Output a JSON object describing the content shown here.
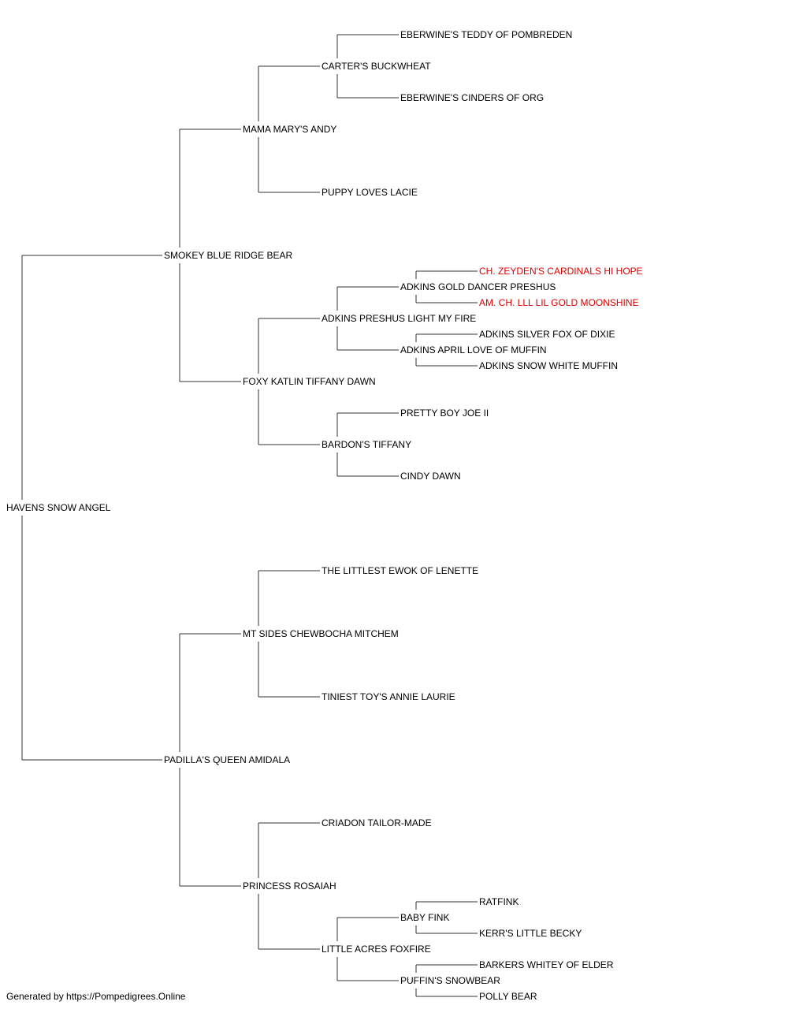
{
  "colors": {
    "line": "#333333",
    "text": "#000000",
    "champion": "#e00000"
  },
  "pedigree": {
    "name": "HAVENS SNOW ANGEL",
    "sire": {
      "name": "SMOKEY BLUE RIDGE BEAR",
      "sire": {
        "name": "MAMA MARY'S ANDY",
        "sire": {
          "name": "CARTER'S BUCKWHEAT",
          "sire": {
            "name": "EBERWINE'S TEDDY OF POMBREDEN"
          },
          "dam": {
            "name": "EBERWINE'S CINDERS OF ORG"
          }
        },
        "dam": {
          "name": "PUPPY LOVES LACIE"
        }
      },
      "dam": {
        "name": "FOXY KATLIN TIFFANY DAWN",
        "sire": {
          "name": "ADKINS PRESHUS LIGHT MY FIRE",
          "sire": {
            "name": "ADKINS GOLD DANCER PRESHUS",
            "sire": {
              "name": "CH. ZEYDEN'S CARDINALS HI HOPE",
              "champion": true
            },
            "dam": {
              "name": "AM. CH. LLL LIL GOLD MOONSHINE",
              "champion": true
            }
          },
          "dam": {
            "name": "ADKINS APRIL LOVE OF MUFFIN",
            "sire": {
              "name": "ADKINS SILVER FOX OF DIXIE"
            },
            "dam": {
              "name": "ADKINS SNOW WHITE MUFFIN"
            }
          }
        },
        "dam": {
          "name": "BARDON'S TIFFANY",
          "sire": {
            "name": "PRETTY BOY JOE II"
          },
          "dam": {
            "name": "CINDY DAWN"
          }
        }
      }
    },
    "dam": {
      "name": "PADILLA'S QUEEN AMIDALA",
      "sire": {
        "name": "MT SIDES CHEWBOCHA MITCHEM",
        "sire": {
          "name": "THE LITTLEST EWOK OF LENETTE"
        },
        "dam": {
          "name": "TINIEST TOY'S ANNIE LAURIE"
        }
      },
      "dam": {
        "name": "PRINCESS ROSAIAH",
        "sire": {
          "name": "CRIADON TAILOR-MADE"
        },
        "dam": {
          "name": "LITTLE ACRES FOXFIRE",
          "sire": {
            "name": "BABY FINK",
            "sire": {
              "name": "RATFINK"
            },
            "dam": {
              "name": "KERR'S LITTLE BECKY"
            }
          },
          "dam": {
            "name": "PUFFIN'S SNOWBEAR",
            "sire": {
              "name": "BARKERS WHITEY OF ELDER"
            },
            "dam": {
              "name": "POLLY BEAR"
            }
          }
        }
      }
    }
  },
  "footer": "Generated by https://Pompedigrees.Online"
}
